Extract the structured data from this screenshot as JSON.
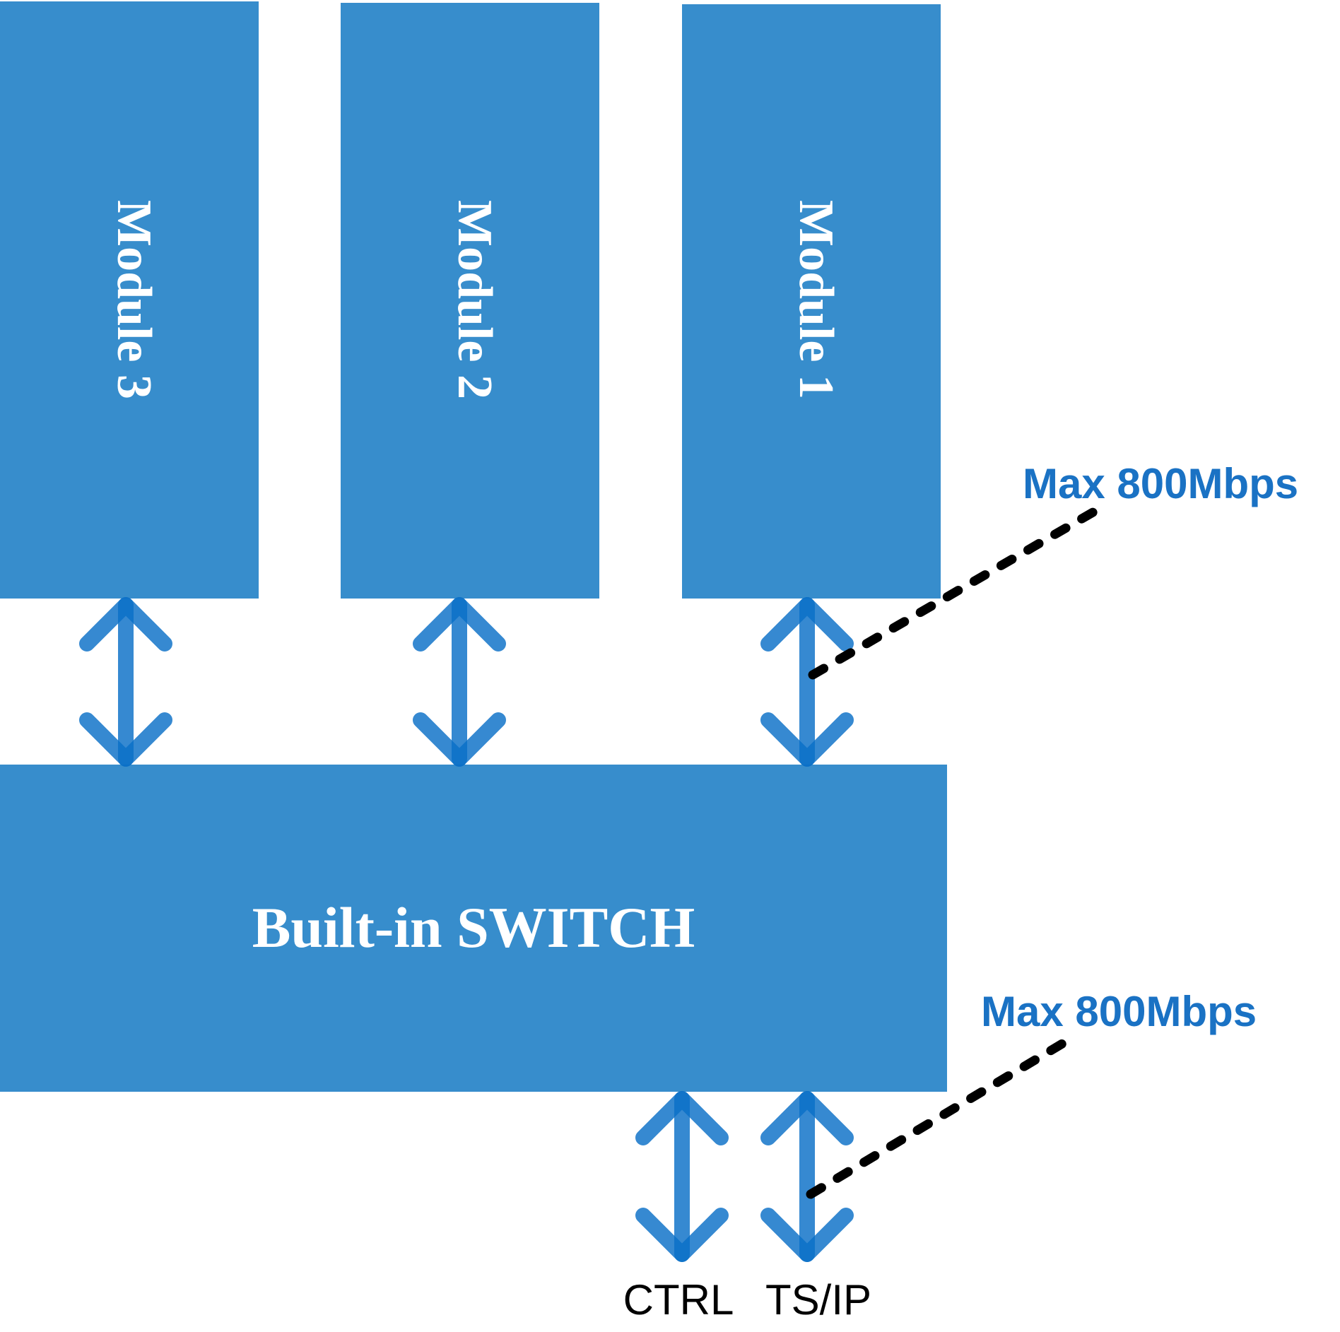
{
  "colors": {
    "box": "#378DCC",
    "arrow": "#0A6FC7",
    "label_text": "#FFFFFF",
    "rate_text": "#1A72C4",
    "leader_line": "#000000"
  },
  "modules": [
    {
      "label": "Module 3"
    },
    {
      "label": "Module 2"
    },
    {
      "label": "Module 1"
    }
  ],
  "switch": {
    "label": "Built-in SWITCH"
  },
  "rates": [
    {
      "label": "Max 800Mbps"
    },
    {
      "label": "Max 800Mbps"
    }
  ],
  "ports": [
    {
      "label": "CTRL"
    },
    {
      "label": "TS/IP"
    }
  ],
  "connectors": [
    {
      "name": "module-3-switch-arrow",
      "icon": "double-arrow-vertical-icon"
    },
    {
      "name": "module-2-switch-arrow",
      "icon": "double-arrow-vertical-icon"
    },
    {
      "name": "module-1-switch-arrow",
      "icon": "double-arrow-vertical-icon"
    },
    {
      "name": "ctrl-port-arrow",
      "icon": "double-arrow-vertical-icon"
    },
    {
      "name": "tsip-port-arrow",
      "icon": "double-arrow-vertical-icon"
    }
  ]
}
